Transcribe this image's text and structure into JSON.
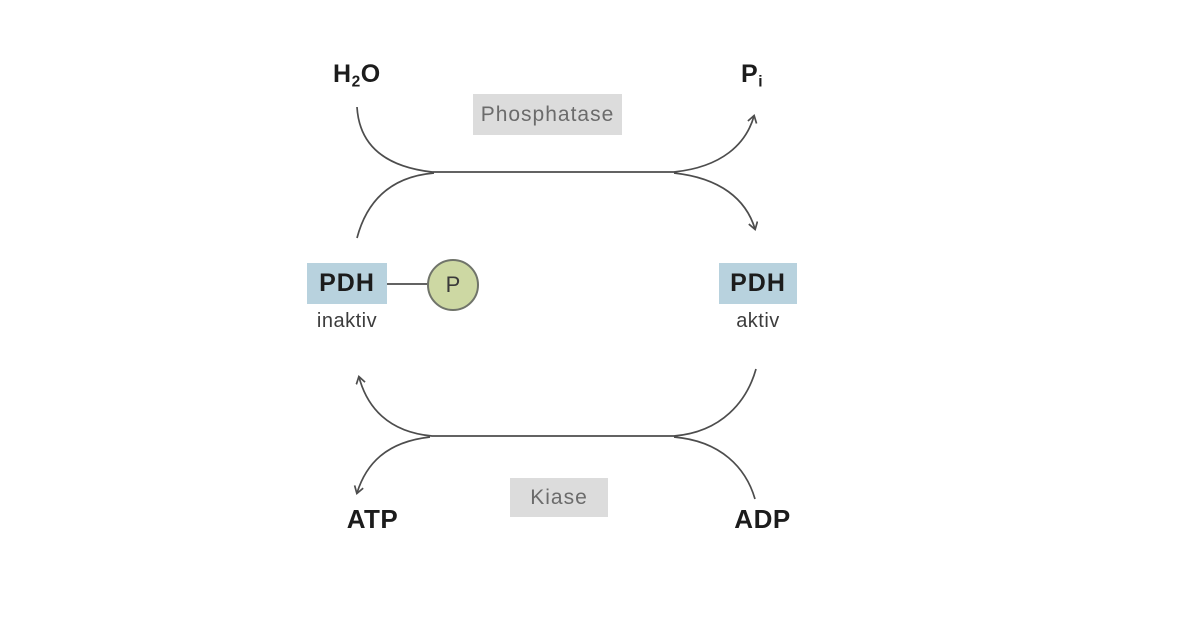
{
  "molecules": {
    "h2o": {
      "base": "H",
      "sub": "2",
      "tail": "O"
    },
    "pi": {
      "base": "P",
      "sub": "i"
    },
    "atp": "ATP",
    "adp": "ADP"
  },
  "enzymes": {
    "phosphatase": "Phosphatase",
    "kinase": "Kiase"
  },
  "states": {
    "pdh_inactive": {
      "label": "PDH",
      "state": "inaktiv",
      "phosphate": "P"
    },
    "pdh_active": {
      "label": "PDH",
      "state": "aktiv"
    }
  },
  "colors": {
    "pdh_box": "#b8d2de",
    "phosphate_circle": "#cdd8a3",
    "phosphate_border": "#70746a",
    "enzyme_box": "#dcdcdc",
    "enzyme_text": "#6b6b6b",
    "arrow": "#4d4d4d",
    "text": "#1c1c1c"
  }
}
